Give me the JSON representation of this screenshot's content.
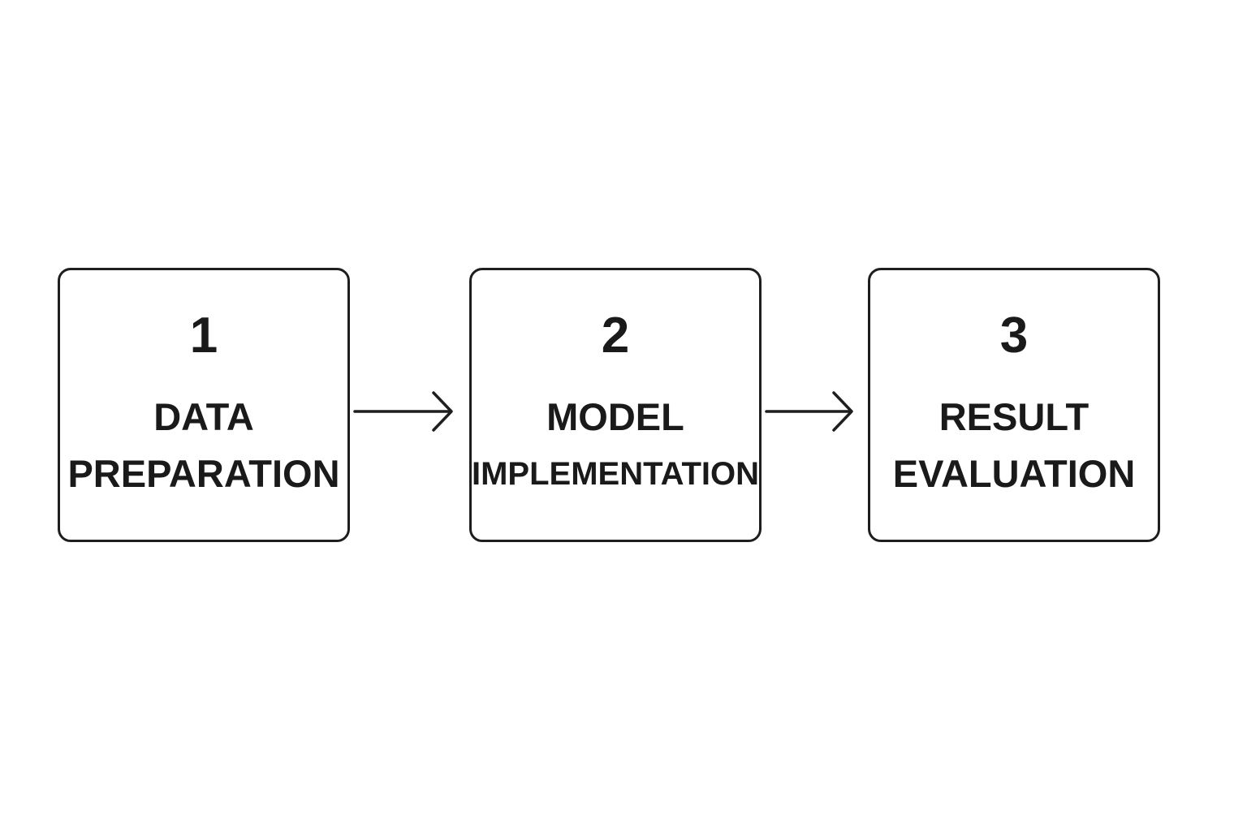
{
  "steps": [
    {
      "number": "1",
      "line1": "DATA",
      "line2": "PREPARATION"
    },
    {
      "number": "2",
      "line1": "MODEL",
      "line2": "IMPLEMENTATION"
    },
    {
      "number": "3",
      "line1": "RESULT",
      "line2": "EVALUATION"
    }
  ],
  "colors": {
    "stroke": "#1e1e1e",
    "text": "#1a1a1a",
    "background": "#ffffff"
  },
  "icons": [
    "arrow-right-icon",
    "arrow-right-icon"
  ]
}
